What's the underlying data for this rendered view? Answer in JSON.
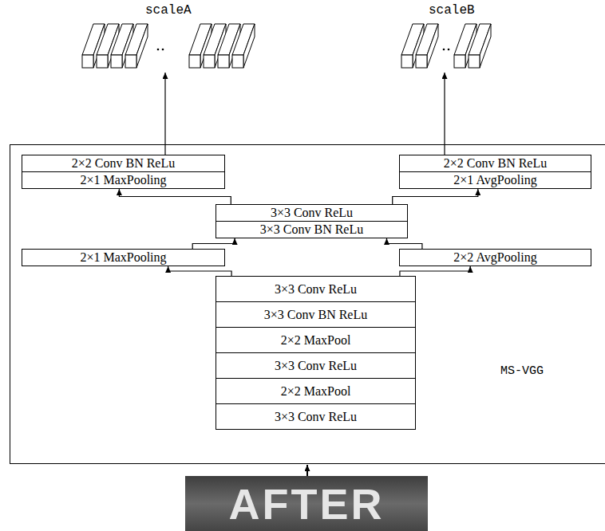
{
  "diagram": {
    "nodes": [
      {
        "text": [
          "MS-VGG"
        ]
      },
      {
        "text": [
          "2×2 Conv BN ReLu"
        ],
        "in": 0
      },
      {
        "text": [
          "2×1 MaxPooling"
        ],
        "in": 0
      },
      {
        "text": [
          "2×2 Conv BN ReLu"
        ],
        "in": 0
      },
      {
        "text": [
          "2×1 AvgPooling"
        ],
        "in": 0
      },
      {
        "text": [
          "3×3 Conv ReLu"
        ],
        "in": 0
      },
      {
        "text": [
          "3×3 Conv BN ReLu"
        ],
        "in": 0
      },
      {
        "text": [
          "2×1 MaxPooling"
        ],
        "in": 0
      },
      {
        "text": [
          "2×2 AvgPooling"
        ],
        "in": 0
      },
      {
        "text": [
          "3×3 Conv ReLu"
        ],
        "in": 0
      },
      {
        "text": [
          "3×3 Conv BN ReLu"
        ],
        "in": 0
      },
      {
        "text": [
          "2×2 MaxPool"
        ],
        "in": 0
      },
      {
        "text": [
          "3×3 Conv ReLu"
        ],
        "in": 0
      },
      {
        "text": [
          "2×2 MaxPool"
        ],
        "in": 0
      },
      {
        "text": [
          "3×3 Conv ReLu"
        ],
        "in": 0
      }
    ],
    "edges": [
      {
        "from": 9,
        "to": 7,
        "arrow": "to"
      },
      {
        "from": 9,
        "to": 8,
        "arrow": "to"
      },
      {
        "from": 7,
        "to": 6,
        "arrow": "to"
      },
      {
        "from": 8,
        "to": 6,
        "arrow": "to"
      },
      {
        "from": 5,
        "to": 2,
        "arrow": "to"
      },
      {
        "from": 5,
        "to": 4,
        "arrow": "to"
      }
    ],
    "labels": [
      "scaleA",
      "scaleB",
      "AFTER"
    ]
  }
}
